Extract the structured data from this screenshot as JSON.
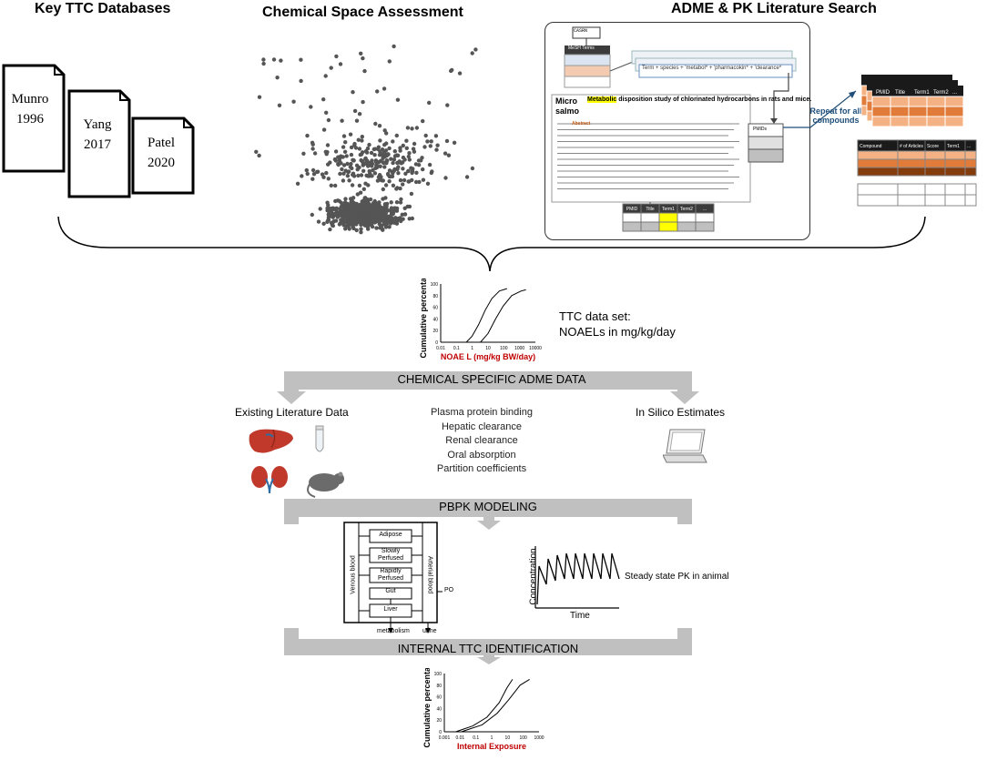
{
  "headers": {
    "databases": "Key TTC Databases",
    "chemical_space": "Chemical Space Assessment",
    "adme_search": "ADME & PK Literature Search"
  },
  "documents": [
    {
      "name": "Munro",
      "year": "1996"
    },
    {
      "name": "Yang",
      "year": "2017"
    },
    {
      "name": "Patel",
      "year": "2020"
    }
  ],
  "search_panel": {
    "casrn": "CASRN",
    "mesh": "MeSH Terms",
    "query": "Term + species + 'metabol* + 'pharmacokin* + 'clearance*",
    "article_label": "Micro",
    "article_title": "Metabolic disposition study of chlorinated hydrocarbons in rats and mice.",
    "article_title_cont": "salmo",
    "abstract_label": "Abstract",
    "pmids": "PMIDs",
    "table_headers": [
      "PMID",
      "Title",
      "Term1",
      "Term2",
      "..."
    ]
  },
  "repeat_note": "Repeat for all compounds",
  "summary_table_headers": [
    "Compound",
    "# of Articles",
    "Score",
    "Term1",
    "..."
  ],
  "chart1": {
    "ylabel": "Cumulative percentage",
    "xlabel": "NOAE L (mg/kg BW/day)",
    "xticks": [
      "0.01",
      "0.1",
      "1",
      "10",
      "100",
      "1000",
      "10000"
    ],
    "yticks": [
      "0",
      "20",
      "40",
      "60",
      "80",
      "100"
    ]
  },
  "ttc_note": {
    "line1": "TTC data set:",
    "line2": "NOAELs in mg/kg/day"
  },
  "bar1_label": "CHEMICAL SPECIFIC ADME DATA",
  "existing_lit": "Existing Literature Data",
  "in_silico": "In Silico Estimates",
  "adme_params": [
    "Plasma protein binding",
    "Hepatic clearance",
    "Renal clearance",
    "Oral absorption",
    "Partition coefficients"
  ],
  "bar2_label": "PBPK MODELING",
  "pbpk": {
    "compartments": [
      "Adipose",
      "Slowly Perfused",
      "Rapidly Perfused",
      "Gut",
      "Liver"
    ],
    "venous": "Venous blood",
    "arterial": "Arterial blood",
    "po": "PO",
    "metabolism": "metabolism",
    "urine": "urine"
  },
  "pk_plot": {
    "ylabel": "Concentration",
    "xlabel": "Time",
    "note": "Steady state PK in animal"
  },
  "bar3_label": "INTERNAL TTC IDENTIFICATION",
  "chart2": {
    "ylabel": "Cumulative percentage",
    "xlabel": "Internal Exposure",
    "xticks": [
      "0.001",
      "0.01",
      "0.1",
      "1",
      "10",
      "100",
      "1000"
    ],
    "yticks": [
      "0",
      "20",
      "40",
      "60",
      "80",
      "100"
    ]
  },
  "colors": {
    "arrow_gray": "#c0c0c0",
    "orange_light": "#f4b183",
    "orange": "#e07b39",
    "dark_brown": "#843c0c",
    "highlight_yellow": "#ffff00",
    "axis_red": "#c00000",
    "mesh_blue": "#dbe5f1"
  }
}
